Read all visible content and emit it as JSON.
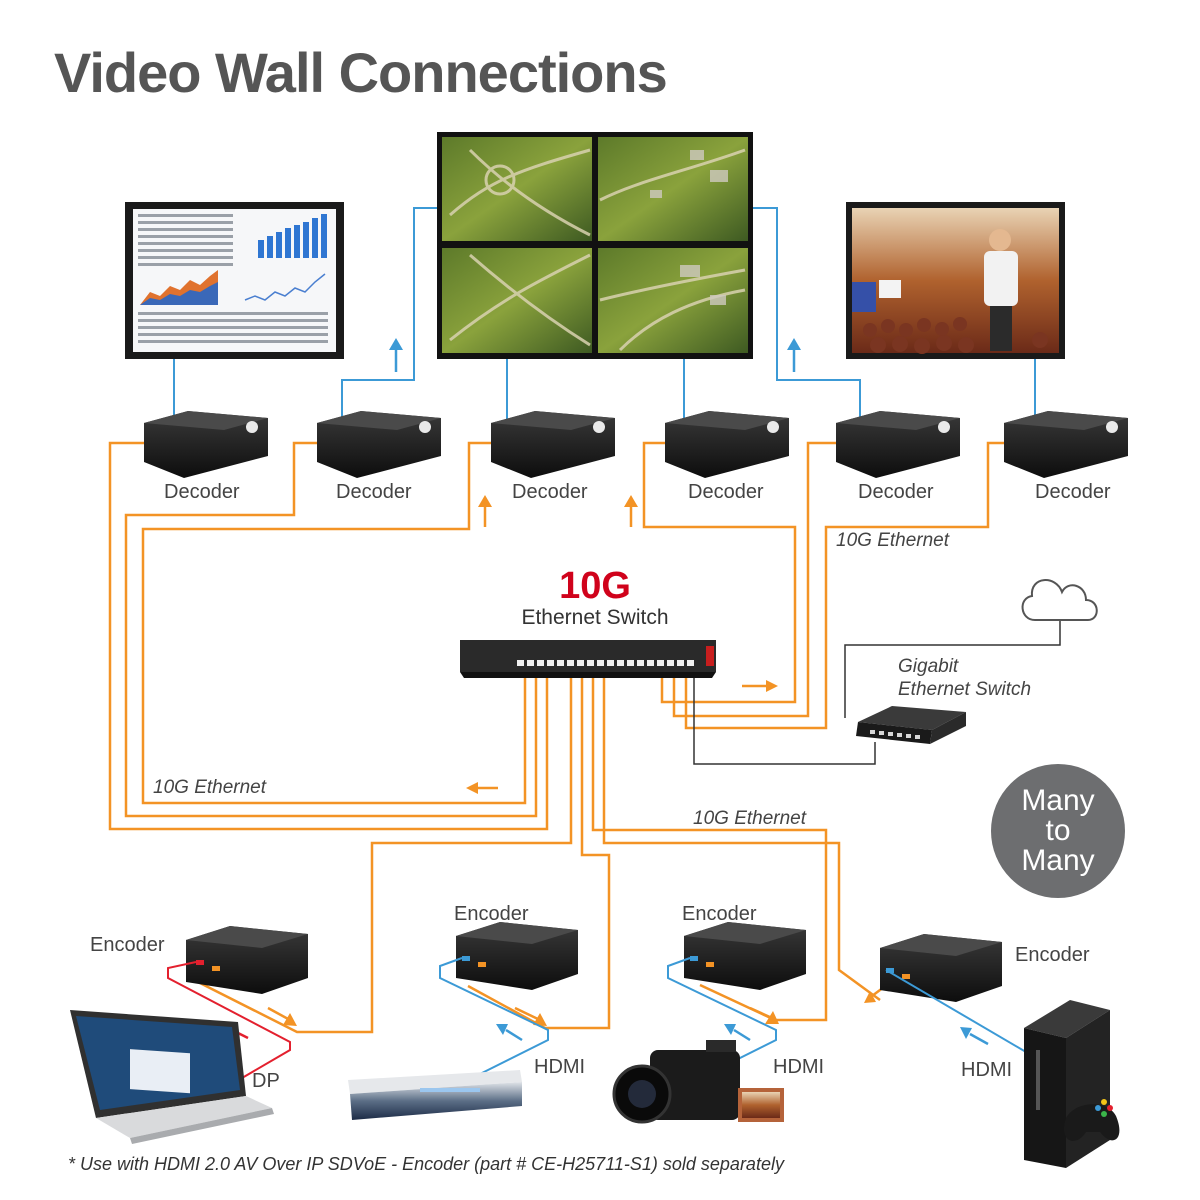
{
  "title": "Video Wall Connections",
  "decoders": [
    "Decoder",
    "Decoder",
    "Decoder",
    "Decoder",
    "Decoder",
    "Decoder"
  ],
  "encoders": [
    "Encoder",
    "Encoder",
    "Encoder",
    "Encoder"
  ],
  "switch_10g": {
    "big": "10G",
    "small": "Ethernet Switch"
  },
  "gigabit_switch": {
    "line1": "Gigabit",
    "line2": "Ethernet Switch"
  },
  "ethernet_labels": [
    "10G Ethernet",
    "10G Ethernet",
    "10G Ethernet"
  ],
  "source_labels": {
    "dp": "DP",
    "hdmi1": "HDMI",
    "hdmi2": "HDMI",
    "hdmi3": "HDMI"
  },
  "badge": {
    "line1": "Many",
    "line2": "to",
    "line3": "Many"
  },
  "footnote": "* Use with HDMI 2.0 AV Over IP SDVoE - Encoder (part # CE-H25711-S1) sold separately",
  "colors": {
    "ethernet": "#f39325",
    "hdmi": "#3c9ad6",
    "dp": "#e3202e",
    "title": "#555555",
    "accent": "#d0021b"
  }
}
